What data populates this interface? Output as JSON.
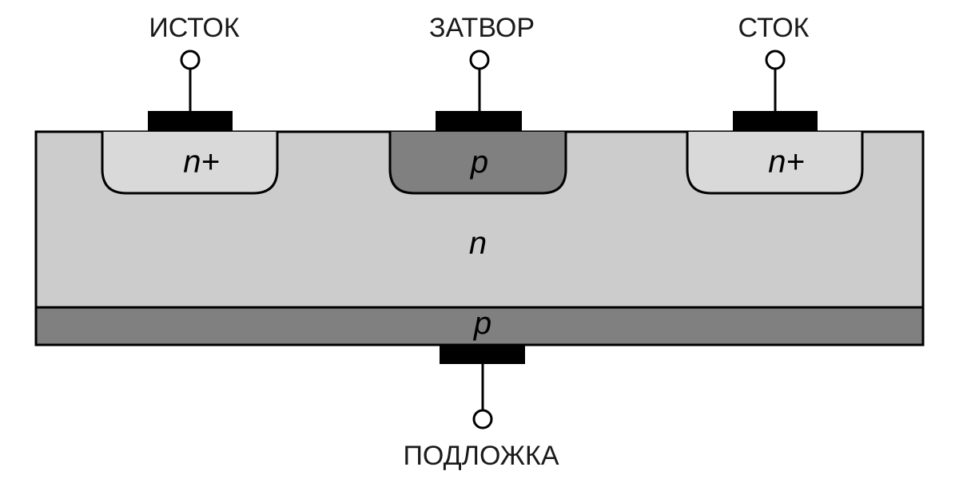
{
  "terminals": {
    "source": "ИСТОК",
    "gate": "ЗАТВОР",
    "drain": "СТОК",
    "substrate": "ПОДЛОЖКА"
  },
  "regions": {
    "source_well": "n+",
    "gate_well": "p",
    "drain_well": "n+",
    "channel_body": "n",
    "substrate_layer": "p"
  },
  "colors": {
    "body": "#cccccc",
    "dark_region": "#808080",
    "light_region": "#cccccc",
    "contact": "#000000",
    "outline": "#000000"
  }
}
